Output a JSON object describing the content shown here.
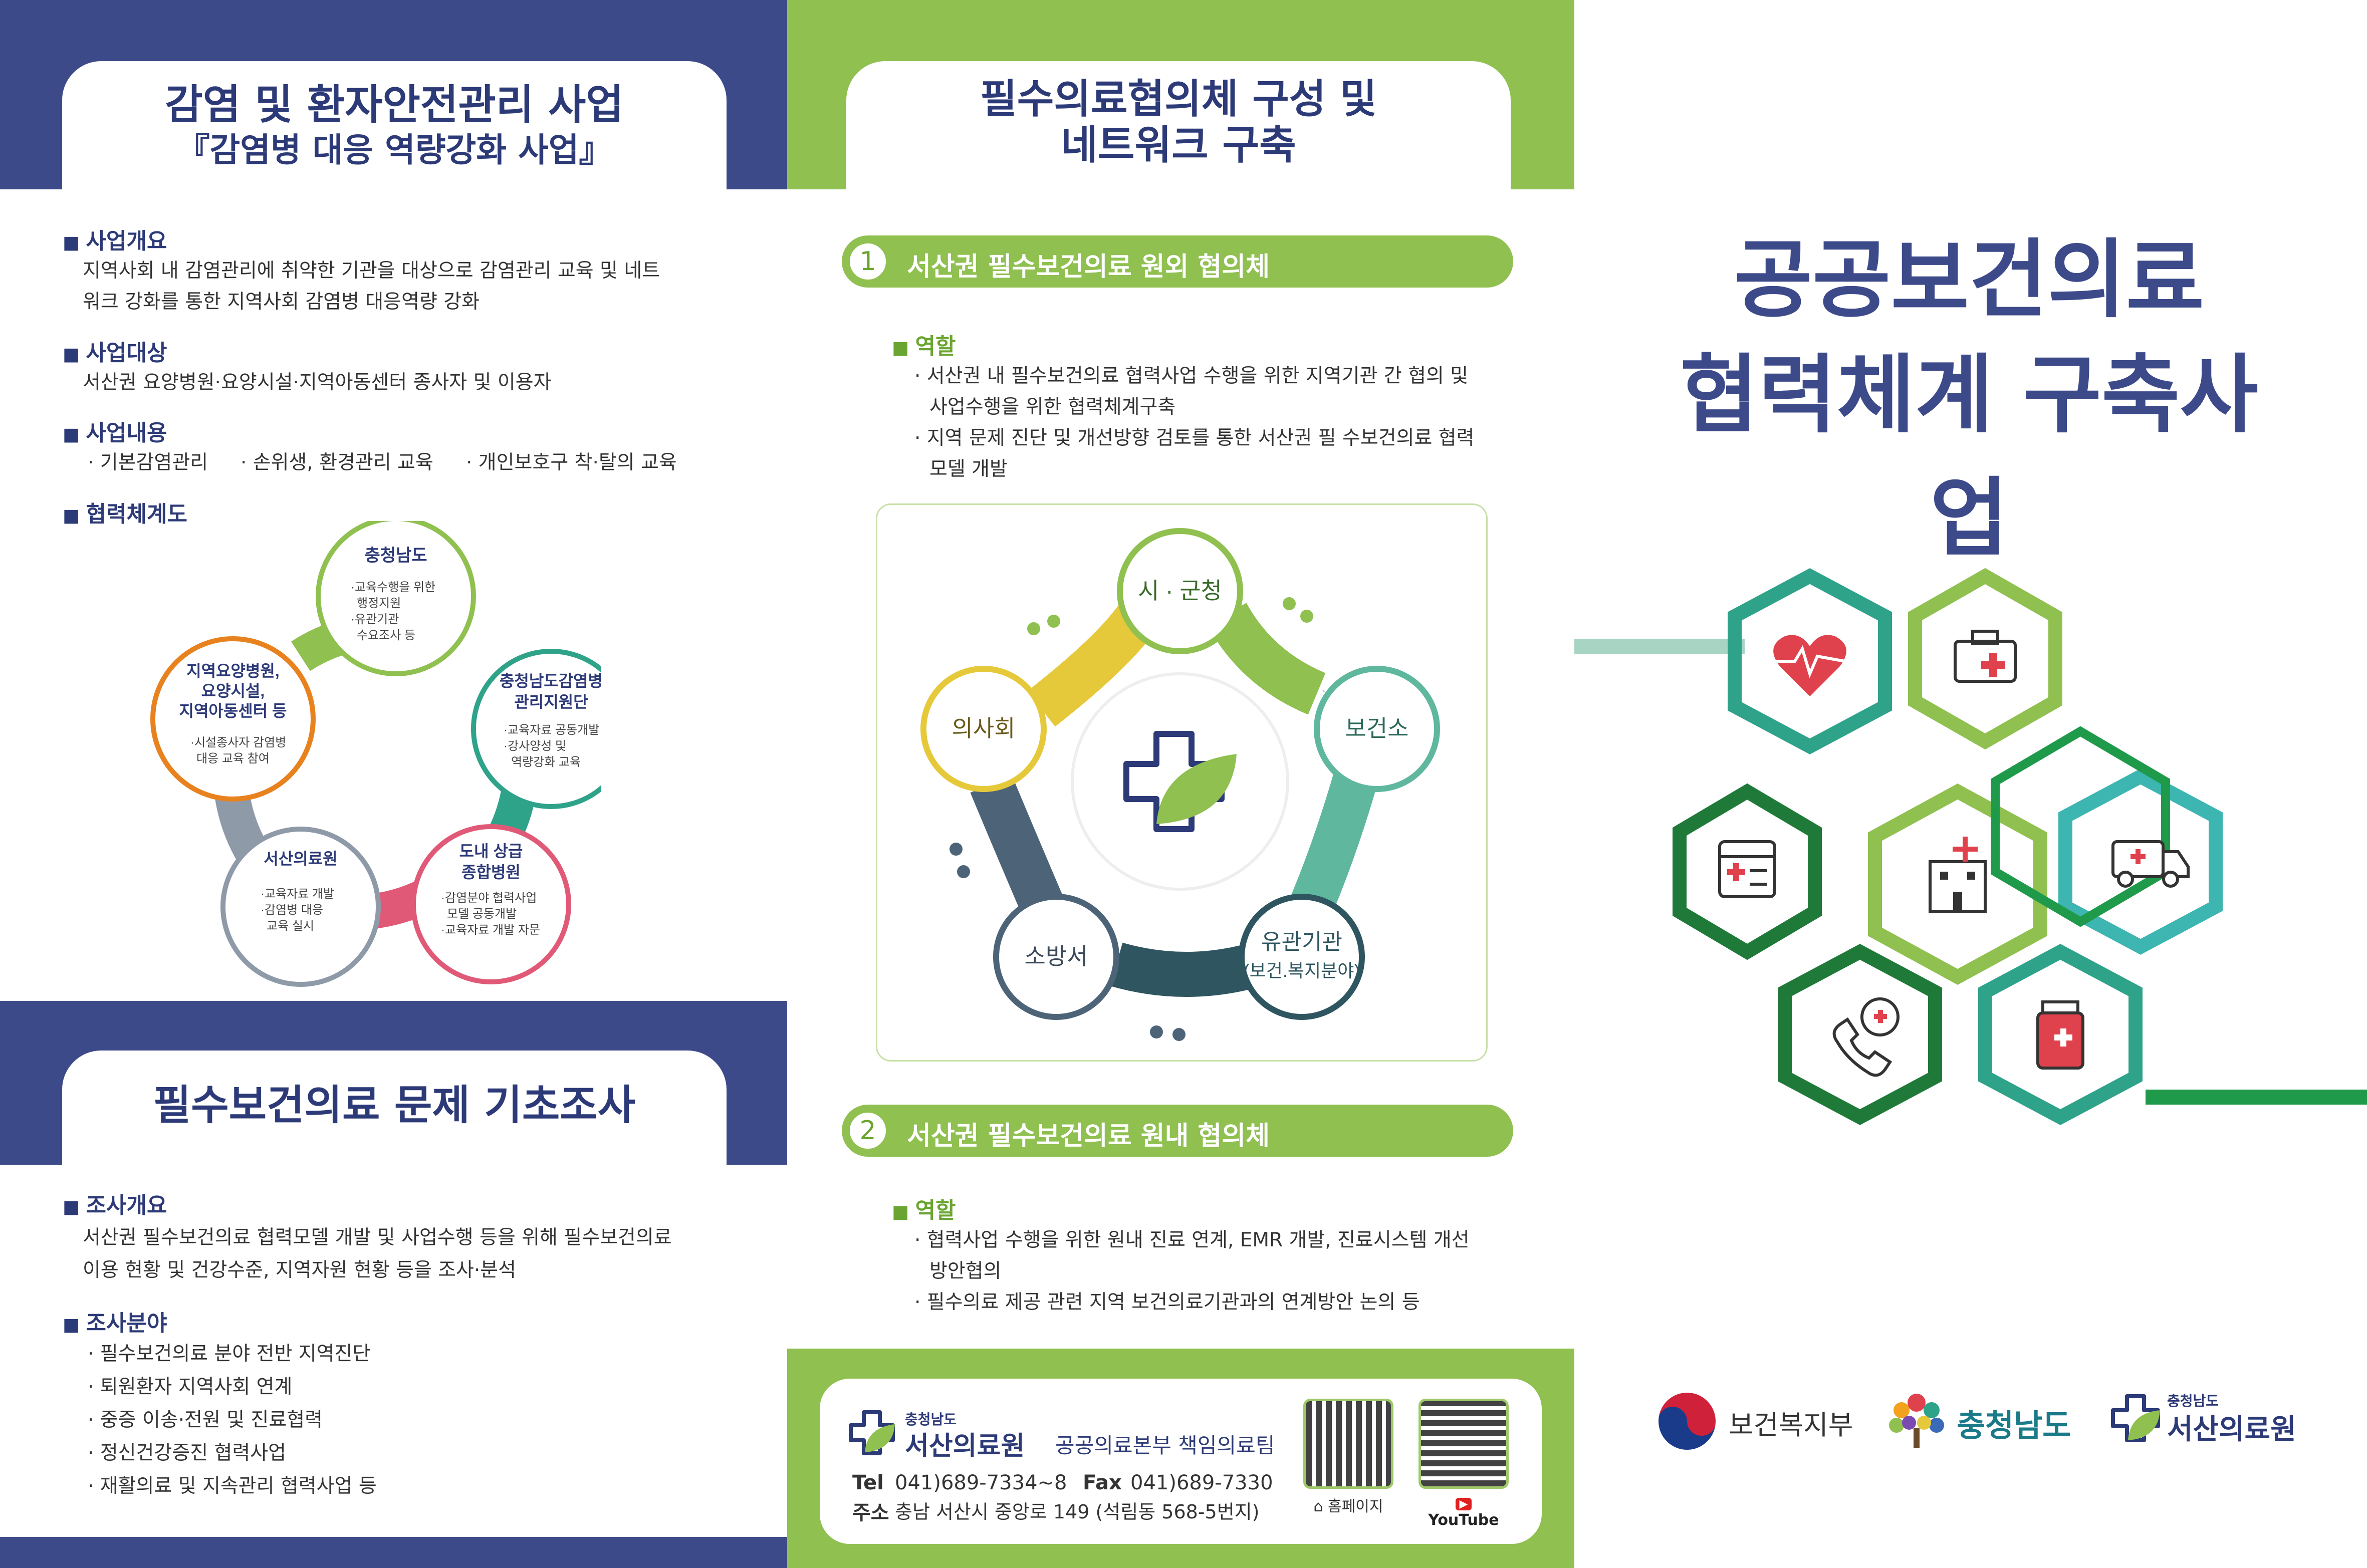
{
  "panel_left": {
    "title": "감염 및 환자안전관리 사업",
    "subtitle": "『감염병 대응 역량강화 사업』",
    "overview_head": "사업개요",
    "overview_line1": "지역사회 내 감염관리에 취약한 기관을 대상으로 감염관리 교육 및 네트",
    "overview_line2": "워크 강화를 통한 지역사회 감염병 대응역량 강화",
    "target_head": "사업대상",
    "target_text": "서산권 요양병원·요양시설·지역아동센터 종사자 및 이용자",
    "content_head": "사업내용",
    "content_items": [
      "· 기본감염관리",
      "· 손위생, 환경관리 교육",
      "· 개인보호구 착·탈의 교육"
    ],
    "diagram_head": "협력체계도",
    "diagram": {
      "n1": {
        "title": "충청남도",
        "l1": "·교육수행을 위한",
        "l2": "행정지원",
        "l3": "·유관기관",
        "l4": "수요조사 등"
      },
      "n2": {
        "title1": "충청남도감염병",
        "title2": "관리지원단",
        "l1": "·교육자료 공동개발",
        "l2": "·강사양성 및",
        "l3": "역량강화 교육"
      },
      "n3": {
        "title1": "도내 상급",
        "title2": "종합병원",
        "l1": "·감염분야 협력사업",
        "l2": "모델 공동개발",
        "l3": "·교육자료 개발 자문"
      },
      "n4": {
        "title": "서산의료원",
        "l1": "·교육자료 개발",
        "l2": "·감염병 대응",
        "l3": "교육 실시"
      },
      "n5": {
        "title1": "지역요양병원,",
        "title2": "요양시설,",
        "title3": "지역아동센터 등",
        "l1": "·시설종사자 감염병",
        "l2": "대응 교육 참여"
      }
    },
    "survey_title": "필수보건의료 문제 기초조사",
    "survey_overview_head": "조사개요",
    "survey_line1": "서산권 필수보건의료 협력모델 개발 및 사업수행 등을 위해 필수보건의료",
    "survey_line2": "이용 현황 및 건강수준, 지역자원 현황 등을 조사·분석",
    "survey_field_head": "조사분야",
    "survey_fields": [
      "· 필수보건의료 분야 전반 지역진단",
      "· 퇴원환자 지역사회 연계",
      "· 중증 이송·전원 및 진료협력",
      "· 정신건강증진 협력사업",
      "· 재활의료 및 지속관리 협력사업 등"
    ]
  },
  "panel_middle": {
    "title1": "필수의료협의체 구성 및",
    "title2": "네트워크 구축",
    "sec1_num": "1",
    "sec1_title": "서산권 필수보건의료 원외 협의체",
    "role_head1": "역할",
    "role1_l1": "· 서산권 내 필수보건의료 협력사업 수행을 위한 지역기관 간 협의 및",
    "role1_l2": "사업수행을 위한 협력체계구축",
    "role1_l3": "· 지역 문제 진단 및 개선방향 검토를 통한 서산권 필 수보건의료 협력",
    "role1_l4": "모델 개발",
    "network": {
      "n_top": "시 · 군청",
      "n_right": "보건소",
      "n_br1": "유관기관",
      "n_br2": "(보건.복지분야)",
      "n_bl": "소방서",
      "n_left": "의사회"
    },
    "sec2_num": "2",
    "sec2_title": "서산권 필수보건의료 원내 협의체",
    "role_head2": "역할",
    "role2_l1": "· 협력사업 수행을 위한 원내 진료 연계, EMR 개발, 진료시스템 개선",
    "role2_l2": "방안협의",
    "role2_l3": "· 필수의료 제공 관련 지역 보건의료기관과의 연계방안 논의 등",
    "footer": {
      "org_small": "충청남도",
      "org_name": "서산의료원",
      "org_dept": "공공의료본부 책임의료팀",
      "tel_label": "Tel",
      "tel": "041)689-7334~8",
      "fax_label": "Fax",
      "fax": "041)689-7330",
      "addr_label": "주소",
      "addr": "충남 서산시 중앙로 149 (석림동 568-5번지)",
      "qr1_label": "홈페이지",
      "qr2_label": "YouTube"
    }
  },
  "panel_right": {
    "title1": "공공보건의료",
    "title2": "협력체계 구축사업",
    "logo1": "보건복지부",
    "logo2": "충청남도",
    "logo3_small": "충청남도",
    "logo3": "서산의료원"
  },
  "colors": {
    "navy": "#3d4a8a",
    "green": "#8fc050",
    "teal": "#2fa28a"
  }
}
